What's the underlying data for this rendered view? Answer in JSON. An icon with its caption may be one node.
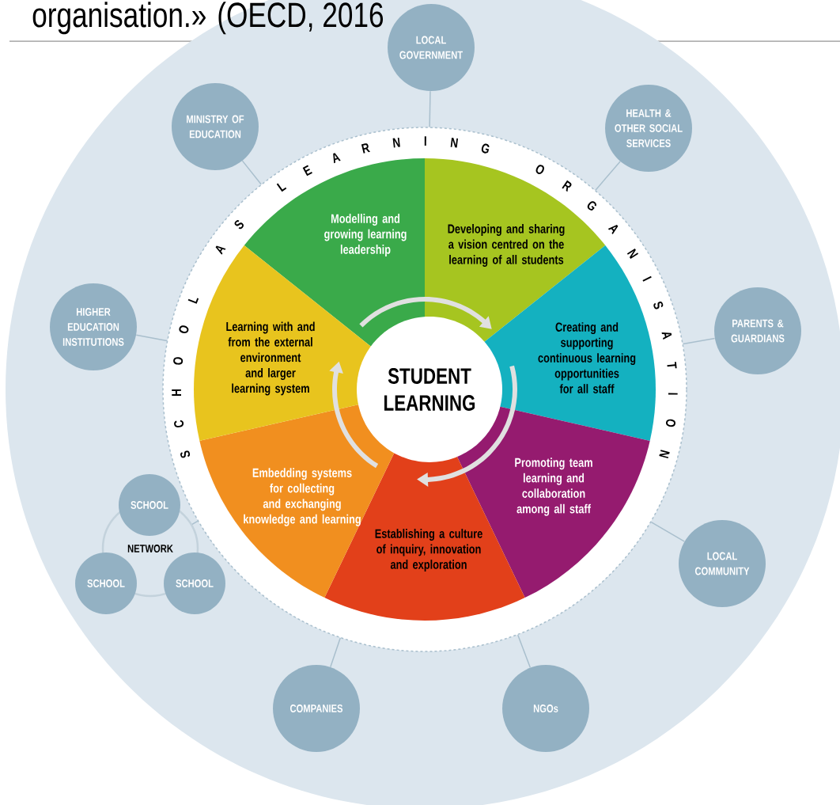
{
  "diagram": {
    "nodes": [
      {
        "text": [
          "SCHOOL AS LEARNING ORGANISATION"
        ]
      },
      {
        "text": [
          "Modelling and growing learning leadership"
        ],
        "in": 0
      },
      {
        "text": [
          "Developing and sharing a vision centred on the learning of all students"
        ],
        "in": 0
      },
      {
        "text": [
          "Creating and supporting continuous learning opportunities for all staff"
        ],
        "in": 0
      },
      {
        "text": [
          "Promoting team learning and collaboration among all staff"
        ],
        "in": 0
      },
      {
        "text": [
          "Establishing a culture of inquiry, innovation and exploration"
        ],
        "in": 0
      },
      {
        "text": [
          "Embedding systems for collecting and exchanging knowledge and learning"
        ],
        "in": 0
      },
      {
        "text": [
          "Learning with and from the external environment and larger learning system"
        ],
        "in": 0
      },
      {
        "text": [
          "STUDENT LEARNING"
        ],
        "in": 0
      },
      {
        "text": [
          "LOCAL GOVERNMENT"
        ]
      },
      {
        "text": [
          "MINISTRY OF EDUCATION"
        ]
      },
      {
        "text": [
          "HEALTH & OTHER SOCIAL SERVICES"
        ]
      },
      {
        "text": [
          "HIGHER EDUCATION INSTITUTIONS"
        ]
      },
      {
        "text": [
          "PARENTS & GUARDIANS"
        ]
      },
      {
        "text": [
          "NETWORK"
        ]
      },
      {
        "text": [
          "SCHOOL"
        ]
      },
      {
        "text": [
          "SCHOOL"
        ]
      },
      {
        "text": [
          "SCHOOL"
        ]
      },
      {
        "text": [
          "LOCAL COMMUNITY"
        ]
      },
      {
        "text": [
          "COMPANIES"
        ]
      },
      {
        "text": [
          "NGOs"
        ]
      }
    ],
    "edges": [
      {
        "from": 9,
        "to": 0,
        "arrow": "none"
      },
      {
        "from": 10,
        "to": 0,
        "arrow": "none"
      },
      {
        "from": 11,
        "to": 0,
        "arrow": "none"
      },
      {
        "from": 12,
        "to": 0,
        "arrow": "none"
      },
      {
        "from": 13,
        "to": 0,
        "arrow": "none"
      },
      {
        "from": 14,
        "to": 0,
        "arrow": "none"
      },
      {
        "from": 18,
        "to": 0,
        "arrow": "none"
      },
      {
        "from": 19,
        "to": 0,
        "arrow": "none"
      },
      {
        "from": 20,
        "to": 0,
        "arrow": "none"
      }
    ],
    "labels": [
      "organisation.» (OECD, 2016"
    ]
  }
}
